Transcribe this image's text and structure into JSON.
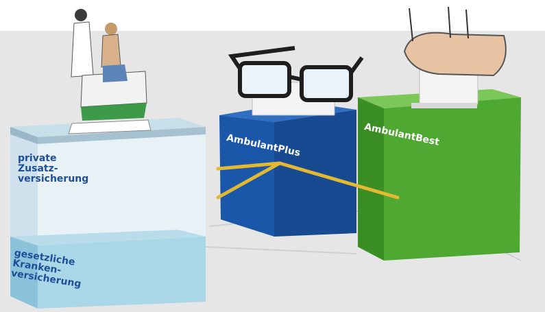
{
  "labels": {
    "private": "private\nZusatz-\nversicherung",
    "gkv": "gesetzliche\nKranken-\nversicherung",
    "plus": "AmbulantPlus",
    "best": "AmbulantBest"
  },
  "colors": {
    "backdrop": "#e6e6e6",
    "blue_box": "#1b57a8",
    "green_box": "#4ea832",
    "glass_box": "#dde9f1",
    "base_box": "#a9d7e8",
    "connector": "#e3b832",
    "label_blue": "#1d4f9a"
  },
  "illustrations": [
    "doctor-patient-figure",
    "eyeglasses",
    "acupuncture-hand"
  ]
}
